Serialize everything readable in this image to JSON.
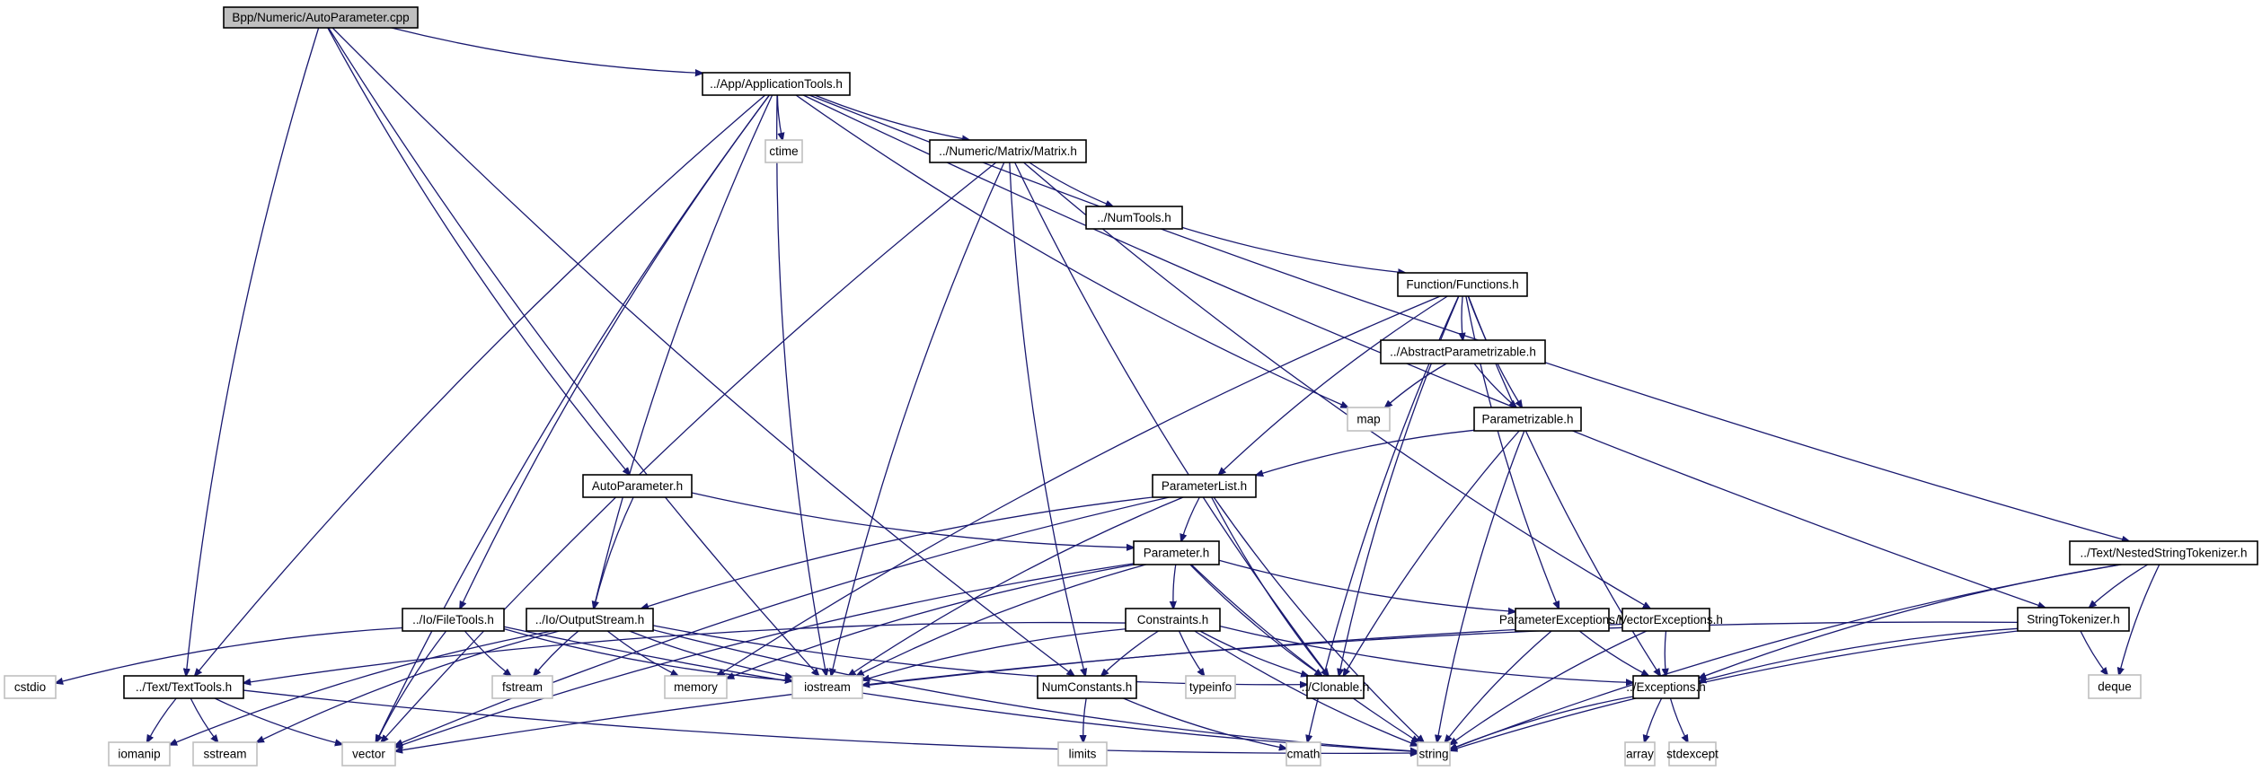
{
  "graph": {
    "title": "Bpp/Numeric/AutoParameter.cpp",
    "edge_color": "#191970",
    "root_fill": "#bfbfbf",
    "system_border": "#bfbfbf",
    "nodes": [
      {
        "id": "cpp",
        "label": "Bpp/Numeric/AutoParameter.cpp",
        "kind": "root"
      },
      {
        "id": "apptools",
        "label": "../App/ApplicationTools.h",
        "kind": "local"
      },
      {
        "id": "ctime",
        "label": "ctime",
        "kind": "system"
      },
      {
        "id": "matrix",
        "label": "../Numeric/Matrix/Matrix.h",
        "kind": "local"
      },
      {
        "id": "numtools",
        "label": "../NumTools.h",
        "kind": "local"
      },
      {
        "id": "functions",
        "label": "Function/Functions.h",
        "kind": "local"
      },
      {
        "id": "abstractp",
        "label": "../AbstractParametrizable.h",
        "kind": "local"
      },
      {
        "id": "map",
        "label": "map",
        "kind": "system"
      },
      {
        "id": "parametrizable",
        "label": "Parametrizable.h",
        "kind": "local"
      },
      {
        "id": "autoparamh",
        "label": "AutoParameter.h",
        "kind": "local"
      },
      {
        "id": "paramlist",
        "label": "ParameterList.h",
        "kind": "local"
      },
      {
        "id": "param",
        "label": "Parameter.h",
        "kind": "local"
      },
      {
        "id": "nested",
        "label": "../Text/NestedStringTokenizer.h",
        "kind": "local"
      },
      {
        "id": "filetools",
        "label": "../Io/FileTools.h",
        "kind": "local"
      },
      {
        "id": "outstream",
        "label": "../Io/OutputStream.h",
        "kind": "local"
      },
      {
        "id": "constraints",
        "label": "Constraints.h",
        "kind": "local"
      },
      {
        "id": "paramexc",
        "label": "ParameterExceptions.h",
        "kind": "local"
      },
      {
        "id": "vecexc",
        "label": "../VectorExceptions.h",
        "kind": "local"
      },
      {
        "id": "strtok",
        "label": "StringTokenizer.h",
        "kind": "local"
      },
      {
        "id": "cstdio",
        "label": "cstdio",
        "kind": "system"
      },
      {
        "id": "texttools",
        "label": "../Text/TextTools.h",
        "kind": "local"
      },
      {
        "id": "fstream",
        "label": "fstream",
        "kind": "system"
      },
      {
        "id": "memory",
        "label": "memory",
        "kind": "system"
      },
      {
        "id": "iostream",
        "label": "iostream",
        "kind": "system"
      },
      {
        "id": "numconst",
        "label": "NumConstants.h",
        "kind": "local"
      },
      {
        "id": "typeinfo",
        "label": "typeinfo",
        "kind": "system"
      },
      {
        "id": "clonable",
        "label": "../Clonable.h",
        "kind": "local"
      },
      {
        "id": "exceptions",
        "label": "../Exceptions.h",
        "kind": "local"
      },
      {
        "id": "deque",
        "label": "deque",
        "kind": "system"
      },
      {
        "id": "iomanip",
        "label": "iomanip",
        "kind": "system"
      },
      {
        "id": "sstream",
        "label": "sstream",
        "kind": "system"
      },
      {
        "id": "vector",
        "label": "vector",
        "kind": "system"
      },
      {
        "id": "limits",
        "label": "limits",
        "kind": "system"
      },
      {
        "id": "cmath",
        "label": "cmath",
        "kind": "system"
      },
      {
        "id": "string",
        "label": "string",
        "kind": "system"
      },
      {
        "id": "array",
        "label": "array",
        "kind": "system"
      },
      {
        "id": "stdexcept",
        "label": "stdexcept",
        "kind": "system"
      }
    ],
    "edges": [
      [
        "cpp",
        "apptools"
      ],
      [
        "cpp",
        "texttools"
      ],
      [
        "cpp",
        "iostream"
      ],
      [
        "cpp",
        "autoparamh"
      ],
      [
        "cpp",
        "numconst"
      ],
      [
        "apptools",
        "ctime"
      ],
      [
        "apptools",
        "matrix"
      ],
      [
        "apptools",
        "map"
      ],
      [
        "apptools",
        "iostream"
      ],
      [
        "apptools",
        "vector"
      ],
      [
        "apptools",
        "texttools"
      ],
      [
        "apptools",
        "filetools"
      ],
      [
        "apptools",
        "outstream"
      ],
      [
        "apptools",
        "strtok"
      ],
      [
        "apptools",
        "nested"
      ],
      [
        "matrix",
        "numtools"
      ],
      [
        "matrix",
        "vecexc"
      ],
      [
        "matrix",
        "vector"
      ],
      [
        "matrix",
        "iostream"
      ],
      [
        "matrix",
        "numconst"
      ],
      [
        "matrix",
        "clonable"
      ],
      [
        "numtools",
        "functions"
      ],
      [
        "functions",
        "abstractp"
      ],
      [
        "functions",
        "parametrizable"
      ],
      [
        "functions",
        "paramlist"
      ],
      [
        "functions",
        "memory"
      ],
      [
        "functions",
        "clonable"
      ],
      [
        "functions",
        "cmath"
      ],
      [
        "functions",
        "paramexc"
      ],
      [
        "functions",
        "exceptions"
      ],
      [
        "abstractp",
        "map"
      ],
      [
        "abstractp",
        "parametrizable"
      ],
      [
        "parametrizable",
        "paramlist"
      ],
      [
        "parametrizable",
        "clonable"
      ],
      [
        "parametrizable",
        "string"
      ],
      [
        "autoparamh",
        "param"
      ],
      [
        "autoparamh",
        "outstream"
      ],
      [
        "paramlist",
        "param"
      ],
      [
        "paramlist",
        "outstream"
      ],
      [
        "paramlist",
        "vector"
      ],
      [
        "paramlist",
        "iostream"
      ],
      [
        "paramlist",
        "clonable"
      ],
      [
        "paramlist",
        "string"
      ],
      [
        "param",
        "constraints"
      ],
      [
        "param",
        "paramexc"
      ],
      [
        "param",
        "memory"
      ],
      [
        "param",
        "iostream"
      ],
      [
        "param",
        "vector"
      ],
      [
        "param",
        "clonable"
      ],
      [
        "param",
        "string"
      ],
      [
        "constraints",
        "texttools"
      ],
      [
        "constraints",
        "iostream"
      ],
      [
        "constraints",
        "numconst"
      ],
      [
        "constraints",
        "typeinfo"
      ],
      [
        "constraints",
        "clonable"
      ],
      [
        "constraints",
        "exceptions"
      ],
      [
        "constraints",
        "string"
      ],
      [
        "nested",
        "strtok"
      ],
      [
        "nested",
        "exceptions"
      ],
      [
        "nested",
        "deque"
      ],
      [
        "nested",
        "string"
      ],
      [
        "strtok",
        "iostream"
      ],
      [
        "strtok",
        "exceptions"
      ],
      [
        "strtok",
        "deque"
      ],
      [
        "strtok",
        "string"
      ],
      [
        "filetools",
        "cstdio"
      ],
      [
        "filetools",
        "fstream"
      ],
      [
        "filetools",
        "iostream"
      ],
      [
        "filetools",
        "vector"
      ],
      [
        "filetools",
        "string"
      ],
      [
        "outstream",
        "iomanip"
      ],
      [
        "outstream",
        "fstream"
      ],
      [
        "outstream",
        "memory"
      ],
      [
        "outstream",
        "iostream"
      ],
      [
        "outstream",
        "sstream"
      ],
      [
        "outstream",
        "clonable"
      ],
      [
        "outstream",
        "string"
      ],
      [
        "texttools",
        "iomanip"
      ],
      [
        "texttools",
        "sstream"
      ],
      [
        "texttools",
        "vector"
      ],
      [
        "texttools",
        "string"
      ],
      [
        "paramexc",
        "exceptions"
      ],
      [
        "paramexc",
        "string"
      ],
      [
        "vecexc",
        "exceptions"
      ],
      [
        "vecexc",
        "vector"
      ],
      [
        "vecexc",
        "string"
      ],
      [
        "numconst",
        "limits"
      ],
      [
        "numconst",
        "cmath"
      ],
      [
        "exceptions",
        "array"
      ],
      [
        "exceptions",
        "stdexcept"
      ],
      [
        "exceptions",
        "string"
      ]
    ]
  }
}
